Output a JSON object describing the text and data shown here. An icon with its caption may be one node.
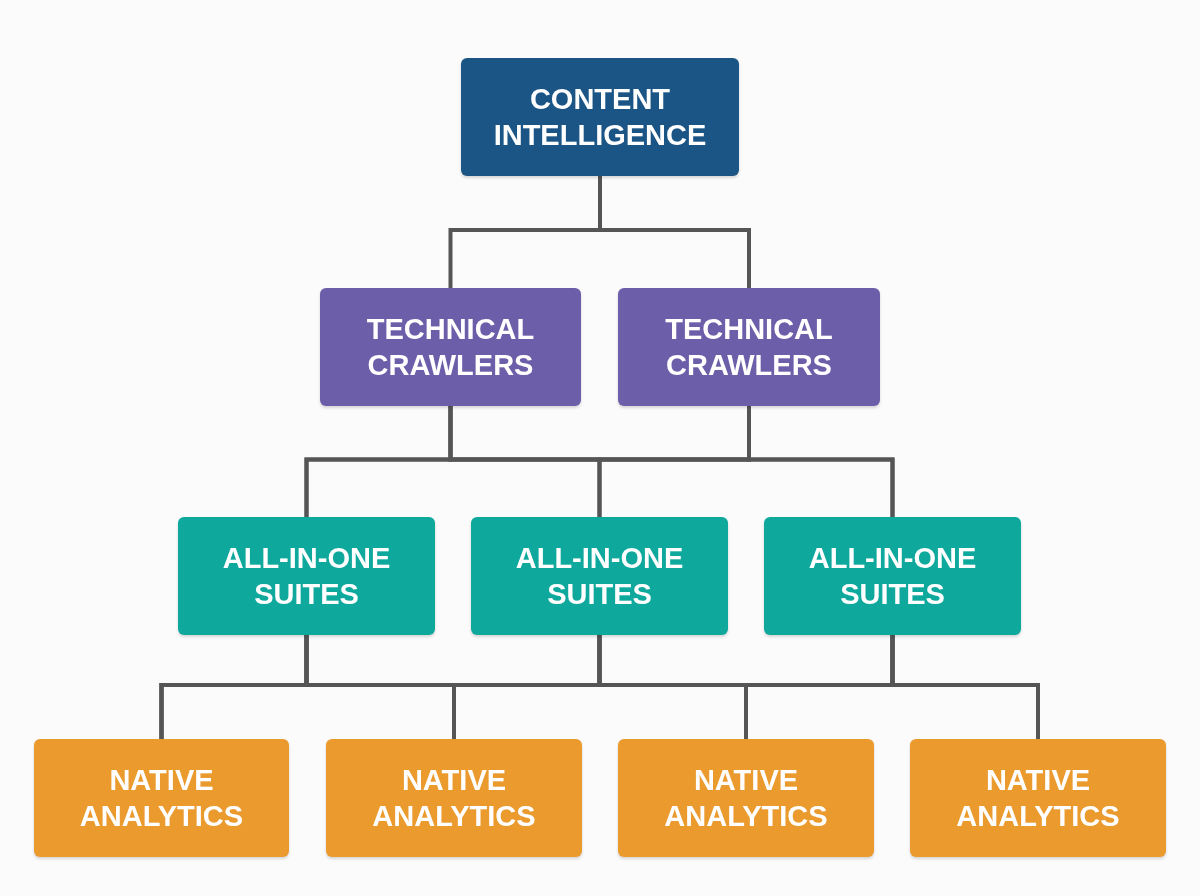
{
  "diagram": {
    "nodes": [
      {
        "text": [
          "CONTENT INTELLIGENCE"
        ]
      },
      {
        "text": [
          "TECHNICAL CRAWLERS"
        ]
      },
      {
        "text": [
          "TECHNICAL CRAWLERS"
        ]
      },
      {
        "text": [
          "ALL-IN-ONE SUITES"
        ]
      },
      {
        "text": [
          "ALL-IN-ONE SUITES"
        ]
      },
      {
        "text": [
          "ALL-IN-ONE SUITES"
        ]
      },
      {
        "text": [
          "NATIVE ANALYTICS"
        ]
      },
      {
        "text": [
          "NATIVE ANALYTICS"
        ]
      },
      {
        "text": [
          "NATIVE ANALYTICS"
        ]
      },
      {
        "text": [
          "NATIVE ANALYTICS"
        ]
      }
    ],
    "edges": [
      {
        "from": 0,
        "to": 1,
        "arrow": "none"
      },
      {
        "from": 0,
        "to": 2,
        "arrow": "none"
      },
      {
        "from": 1,
        "to": 3,
        "arrow": "none"
      },
      {
        "from": 1,
        "to": 4,
        "arrow": "none"
      },
      {
        "from": 1,
        "to": 5,
        "arrow": "none"
      },
      {
        "from": 2,
        "to": 3,
        "arrow": "none"
      },
      {
        "from": 2,
        "to": 4,
        "arrow": "none"
      },
      {
        "from": 2,
        "to": 5,
        "arrow": "none"
      },
      {
        "from": 3,
        "to": 6,
        "arrow": "none"
      },
      {
        "from": 3,
        "to": 7,
        "arrow": "none"
      },
      {
        "from": 3,
        "to": 8,
        "arrow": "none"
      },
      {
        "from": 3,
        "to": 9,
        "arrow": "none"
      },
      {
        "from": 4,
        "to": 6,
        "arrow": "none"
      },
      {
        "from": 4,
        "to": 7,
        "arrow": "none"
      },
      {
        "from": 4,
        "to": 8,
        "arrow": "none"
      },
      {
        "from": 4,
        "to": 9,
        "arrow": "none"
      },
      {
        "from": 5,
        "to": 6,
        "arrow": "none"
      },
      {
        "from": 5,
        "to": 7,
        "arrow": "none"
      },
      {
        "from": 5,
        "to": 8,
        "arrow": "none"
      },
      {
        "from": 5,
        "to": 9,
        "arrow": "none"
      }
    ]
  }
}
